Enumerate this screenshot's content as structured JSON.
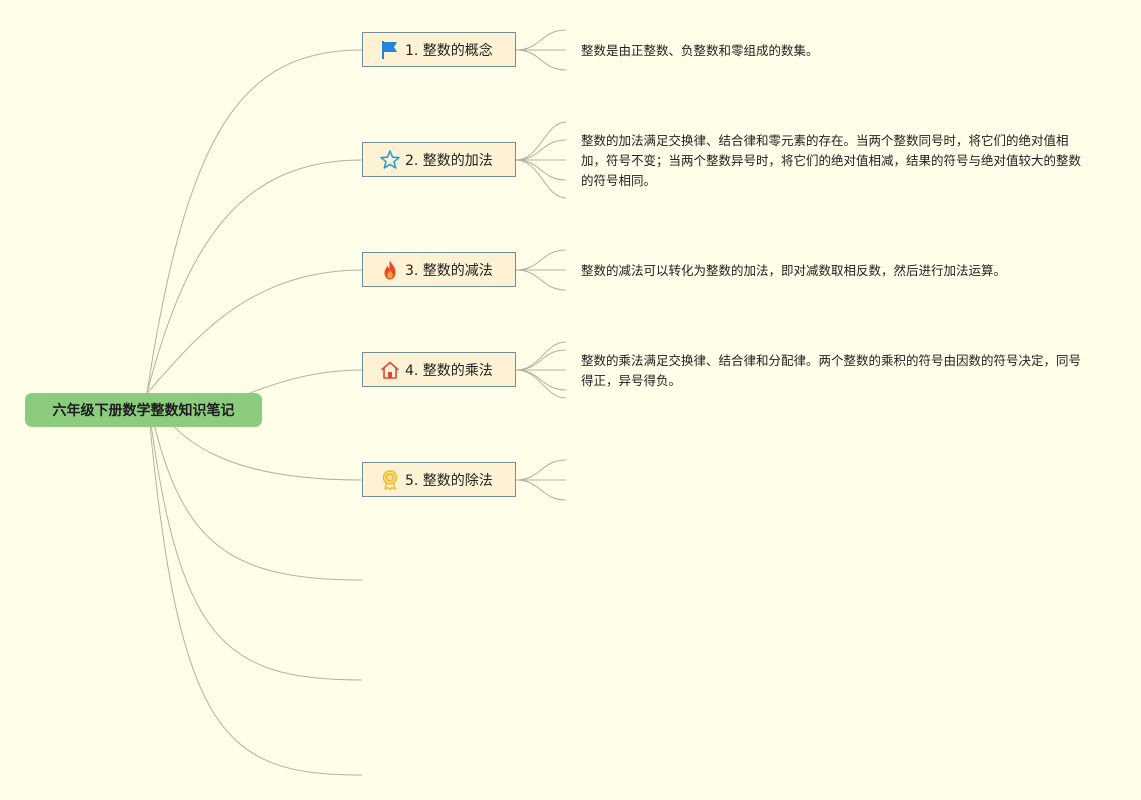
{
  "root": {
    "title": "六年级下册数学整数知识笔记"
  },
  "topics": [
    {
      "label": "1. 整数的概念",
      "icon": "flag-icon",
      "icon_color": "#1e88d6",
      "note": "整数是由正整数、负整数和零组成的数集。"
    },
    {
      "label": "2. 整数的加法",
      "icon": "star-icon",
      "icon_color": "#2f9bd9",
      "note": "整数的加法满足交换律、结合律和零元素的存在。当两个整数同号时，将它们的绝对值相加，符号不变；当两个整数异号时，将它们的绝对值相减，结果的符号与绝对值较大的整数的符号相同。"
    },
    {
      "label": "3. 整数的减法",
      "icon": "fire-icon",
      "icon_color": "#e8492b",
      "note": "整数的减法可以转化为整数的加法，即对减数取相反数，然后进行加法运算。"
    },
    {
      "label": "4. 整数的乘法",
      "icon": "house-icon",
      "icon_color": "#e0473a",
      "note": "整数的乘法满足交换律、结合律和分配律。两个整数的乘积的符号由因数的符号决定，同号得正，异号得负。"
    },
    {
      "label": "5. 整数的除法",
      "icon": "award-icon",
      "icon_color": "#f1b71c",
      "note": ""
    }
  ],
  "colors": {
    "background": "#fefee9",
    "root_fill": "#8ccc7e",
    "topic_fill": "#fdf3d4",
    "topic_border": "#6f8f95",
    "connector": "#b4b1a4"
  }
}
